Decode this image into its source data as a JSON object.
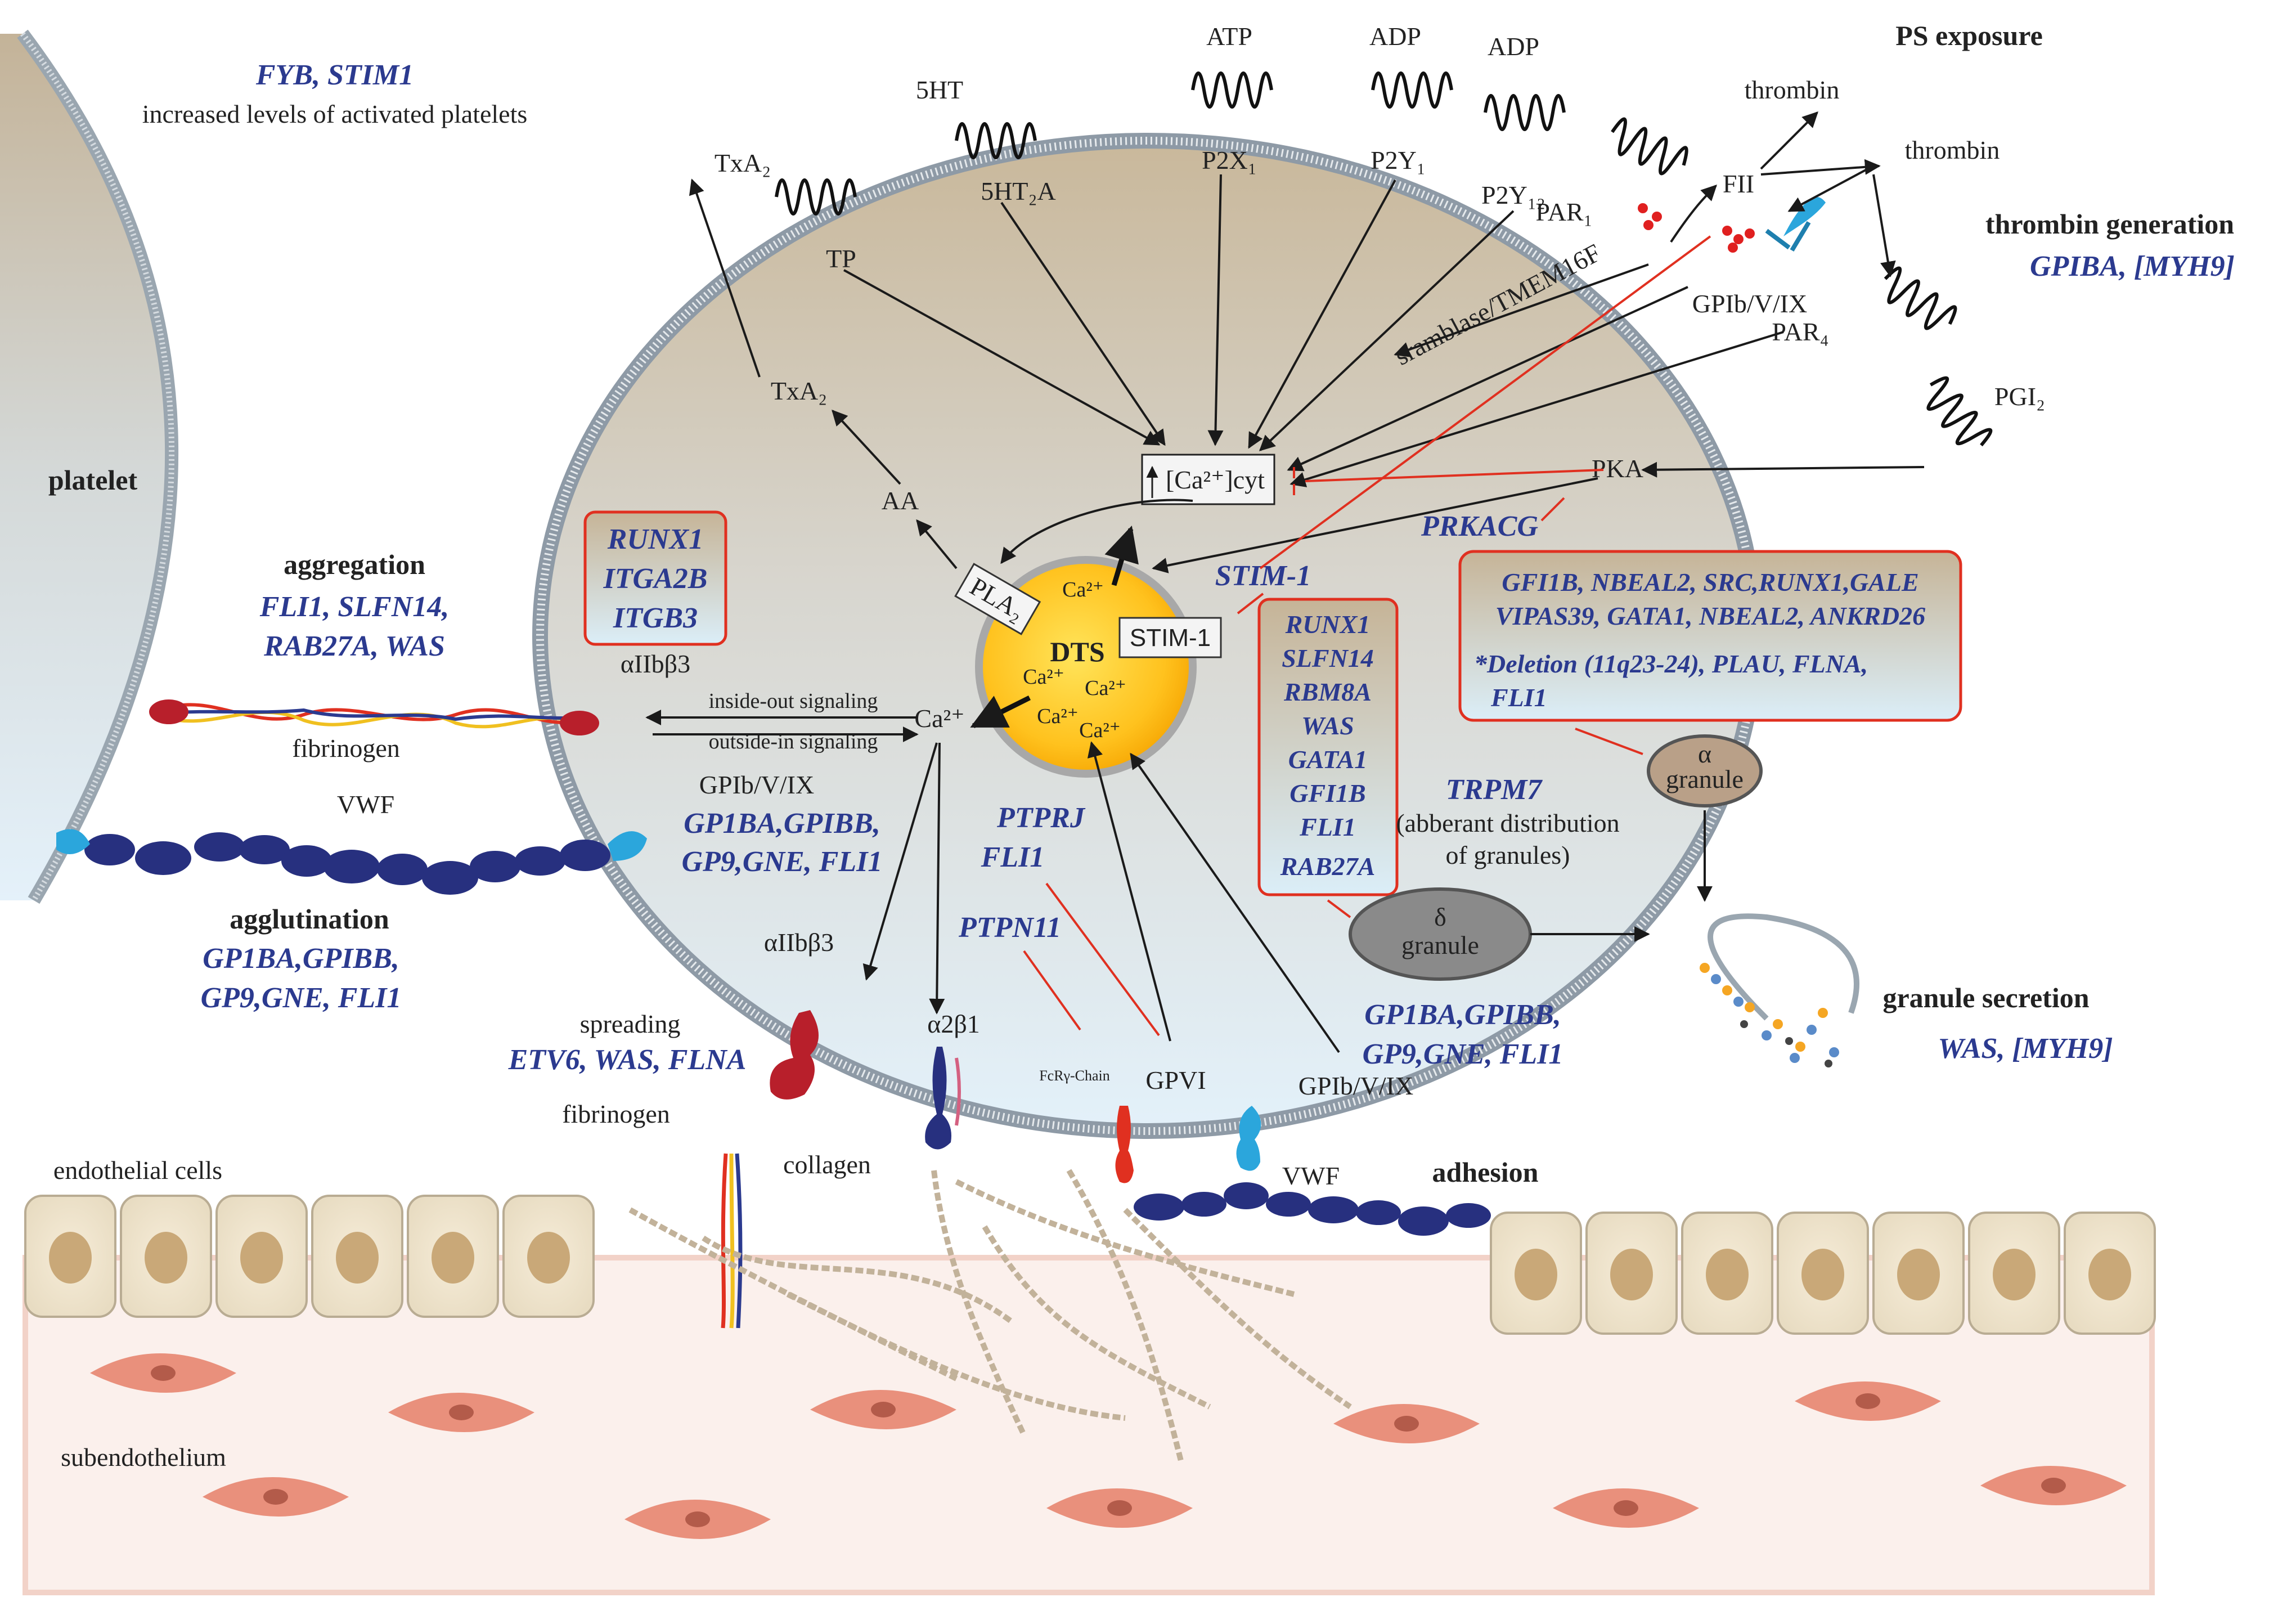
{
  "labels": {
    "fyb_stim1": "FYB, STIM1",
    "activated_platelets": "increased levels of activated platelets",
    "platelet": "platelet",
    "aggregation": "aggregation",
    "aggregation_genes_1": "FLI1, SLFN14,",
    "aggregation_genes_2": "RAB27A, WAS",
    "fibrinogen_left": "fibrinogen",
    "vwf_left": "VWF",
    "agglutination": "agglutination",
    "agglutination_genes_1": "GP1BA,GPIBB,",
    "agglutination_genes_2": "GP9,GNE, FLI1",
    "txa2_top": "TxA₂",
    "txa2_mid": "TxA₂",
    "tp": "TP",
    "ht5": "5HT",
    "ht2a": "5HT₂A",
    "atp": "ATP",
    "p2x1": "P2X₁",
    "adp1": "ADP",
    "p2y1": "P2Y₁",
    "adp2": "ADP",
    "p2y12": "P2Y₁₂",
    "par1": "PAR₁",
    "ps_exposure": "PS exposure",
    "thrombin1": "thrombin",
    "thrombin2": "thrombin",
    "fii": "FII",
    "thrombin_generation": "thrombin generation",
    "thrombin_generation_genes": "GPIBA, [MYH9]",
    "scramblase": "sramblase/TMEM16F",
    "gpib_top": "GPIb/V/IX",
    "par4": "PAR₄",
    "pgi2": "PGI₂",
    "pka": "PKA",
    "prkacg": "PRKACG",
    "aa": "AA",
    "ca_cyt": "[Ca²⁺]cyt",
    "pla2": "PLA₂",
    "dts": "DTS",
    "stim1_box": "STIM-1",
    "stim1_gene": "STIM-1",
    "ca_ion": "Ca²⁺",
    "ca_signal": "Ca²⁺",
    "inside_out": "inside-out signaling",
    "outside_in": "outside-in signaling",
    "aiib3_mid": "αIIbβ3",
    "aiib3_low": "αIIbβ3",
    "gpib_mid": "GPIb/V/IX",
    "runx_box": [
      "RUNX1",
      "ITGA2B",
      "ITGB3"
    ],
    "gpib_genes_1": "GP1BA,GPIBB,",
    "gpib_genes_2": "GP9,GNE, FLI1",
    "ptprj": "PTPRJ",
    "fli1_mid": "FLI1",
    "ptpn11": "PTPN11",
    "delta_box": [
      "RUNX1",
      "SLFN14",
      "RBM8A",
      "WAS",
      "GATA1",
      "GFI1B",
      "FLI1",
      "RAB27A"
    ],
    "trpm7": "TRPM7",
    "abberant_1": "(abberant distribution",
    "abberant_2": "of granules)",
    "delta_granule": "δ",
    "delta_granule_2": "granule",
    "alpha_granule": "α",
    "alpha_granule_2": "granule",
    "alpha_box_1": "GFI1B, NBEAL2, SRC,RUNX1,GALE",
    "alpha_box_2": "VIPAS39, GATA1, NBEAL2, ANKRD26",
    "alpha_box_3": "*Deletion (11q23-24), PLAU, FLNA,",
    "alpha_box_4": "FLI1",
    "granule_secretion": "granule secretion",
    "granule_secretion_genes": "WAS, [MYH9]",
    "gpib_bottom_genes_1": "GP1BA,GPIBB,",
    "gpib_bottom_genes_2": "GP9,GNE, FLI1",
    "spreading": "spreading",
    "spreading_genes": "ETV6, WAS, FLNA",
    "fibrinogen_bottom": "fibrinogen",
    "a2b1": "α2β1",
    "fcr": "FcRγ-Chain",
    "gpvi": "GPVI",
    "gpib_bottom": "GPIb/V/IX",
    "vwf_bottom": "VWF",
    "adhesion": "adhesion",
    "collagen": "collagen",
    "endothelial": "endothelial cells",
    "subendothelium": "subendothelium"
  },
  "colors": {
    "gene_text": "#2b3a8f",
    "inhibition": "#e03020",
    "membrane": "#8e9aa6",
    "cell_top": "#c8b89c",
    "cell_bottom": "#e2f0f9",
    "dts_center": "#ffd23a",
    "endothelial": "#efe4cf",
    "smooth_muscle": "#e9907c",
    "vwf": "#27307f",
    "receptor_blue": "#2ba6dc",
    "receptor_red": "#b81f2b"
  }
}
